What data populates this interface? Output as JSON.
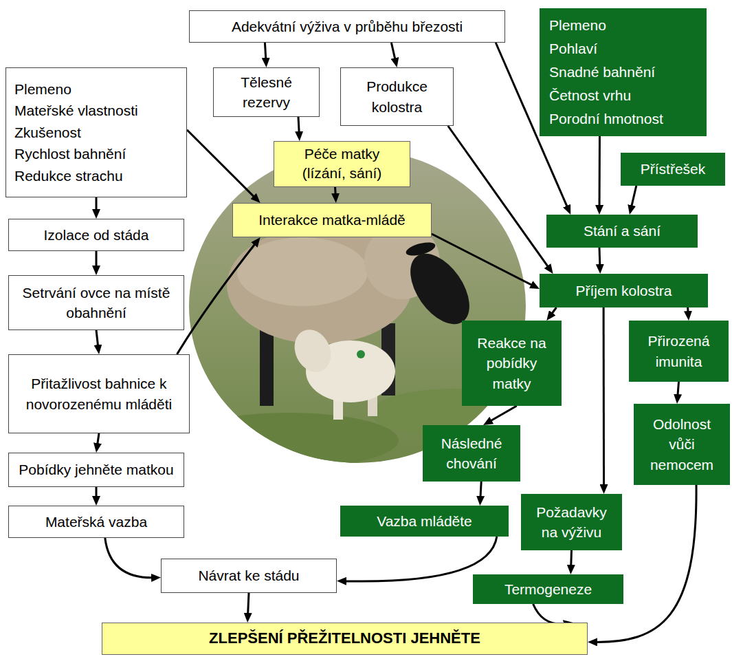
{
  "diagram": {
    "nodes": [
      {
        "text": [
          "Adekvátní výživa v průběhu březosti"
        ]
      },
      {
        "text": [
          "Tělesné rezervy"
        ]
      },
      {
        "text": [
          "Produkce kolostra"
        ]
      },
      {
        "text": [
          "Plemeno",
          "Pohlaví",
          "Snadné bahnění",
          "Četnost vrhu",
          "Porodní hmotnost"
        ]
      },
      {
        "text": [
          "Plemeno",
          "Mateřské vlastnosti",
          "Zkušenost",
          "Rychlost bahnění",
          "Redukce strachu"
        ]
      },
      {
        "text": [
          "Péče matky (lízání, sání)"
        ]
      },
      {
        "text": [
          "Přístřešek"
        ]
      },
      {
        "text": [
          "Interakce matka-mládě"
        ]
      },
      {
        "text": [
          "Stání a sání"
        ]
      },
      {
        "text": [
          "Izolace od stáda"
        ]
      },
      {
        "text": [
          "Příjem kolostra"
        ]
      },
      {
        "text": [
          "Setrvání ovce na místě obahnění"
        ]
      },
      {
        "text": [
          "Reakce na pobídky matky"
        ]
      },
      {
        "text": [
          "Přirozená imunita"
        ]
      },
      {
        "text": [
          "Přitažlivost bahnice k novorozenému mláděti"
        ]
      },
      {
        "text": [
          "Odolnost vůči nemocem"
        ]
      },
      {
        "text": [
          "Následné chování"
        ]
      },
      {
        "text": [
          "Pobídky jehněte matkou"
        ]
      },
      {
        "text": [
          "Vazba mláděte"
        ]
      },
      {
        "text": [
          "Požadavky na výživu"
        ]
      },
      {
        "text": [
          "Mateřská vazba"
        ]
      },
      {
        "text": [
          "Návrat ke stádu"
        ]
      },
      {
        "text": [
          "Termogeneze"
        ]
      },
      {
        "text": [
          "ZLEPŠENÍ PŘEŽITELNOSTI JEHNĚTE"
        ]
      }
    ],
    "edges": [
      {
        "from": 0,
        "to": 1,
        "arrow": "to"
      },
      {
        "from": 0,
        "to": 2,
        "arrow": "to"
      },
      {
        "from": 0,
        "to": 8,
        "arrow": "to"
      },
      {
        "from": 1,
        "to": 5,
        "arrow": "to"
      },
      {
        "from": 2,
        "to": 10,
        "arrow": "to"
      },
      {
        "from": 3,
        "to": 8,
        "arrow": "to"
      },
      {
        "from": 6,
        "to": 8,
        "arrow": "to"
      },
      {
        "from": 4,
        "to": 7,
        "arrow": "to"
      },
      {
        "from": 4,
        "to": 9,
        "arrow": "to"
      },
      {
        "from": 5,
        "to": 7,
        "arrow": "to"
      },
      {
        "from": 9,
        "to": 11,
        "arrow": "to"
      },
      {
        "from": 11,
        "to": 14,
        "arrow": "to"
      },
      {
        "from": 14,
        "to": 7,
        "arrow": "to"
      },
      {
        "from": 14,
        "to": 17,
        "arrow": "to"
      },
      {
        "from": 17,
        "to": 20,
        "arrow": "to"
      },
      {
        "from": 7,
        "to": 10,
        "arrow": "to"
      },
      {
        "from": 8,
        "to": 10,
        "arrow": "to"
      },
      {
        "from": 10,
        "to": 12,
        "arrow": "to"
      },
      {
        "from": 10,
        "to": 19,
        "arrow": "to"
      },
      {
        "from": 10,
        "to": 13,
        "arrow": "to"
      },
      {
        "from": 12,
        "to": 16,
        "arrow": "to"
      },
      {
        "from": 13,
        "to": 15,
        "arrow": "to"
      },
      {
        "from": 16,
        "to": 18,
        "arrow": "to"
      },
      {
        "from": 19,
        "to": 22,
        "arrow": "to"
      },
      {
        "from": 20,
        "to": 21,
        "arrow": "to"
      },
      {
        "from": 18,
        "to": 21,
        "arrow": "to"
      },
      {
        "from": 21,
        "to": 23,
        "arrow": "to"
      },
      {
        "from": 22,
        "to": 23,
        "arrow": "to"
      },
      {
        "from": 15,
        "to": 23,
        "arrow": "to"
      }
    ]
  }
}
